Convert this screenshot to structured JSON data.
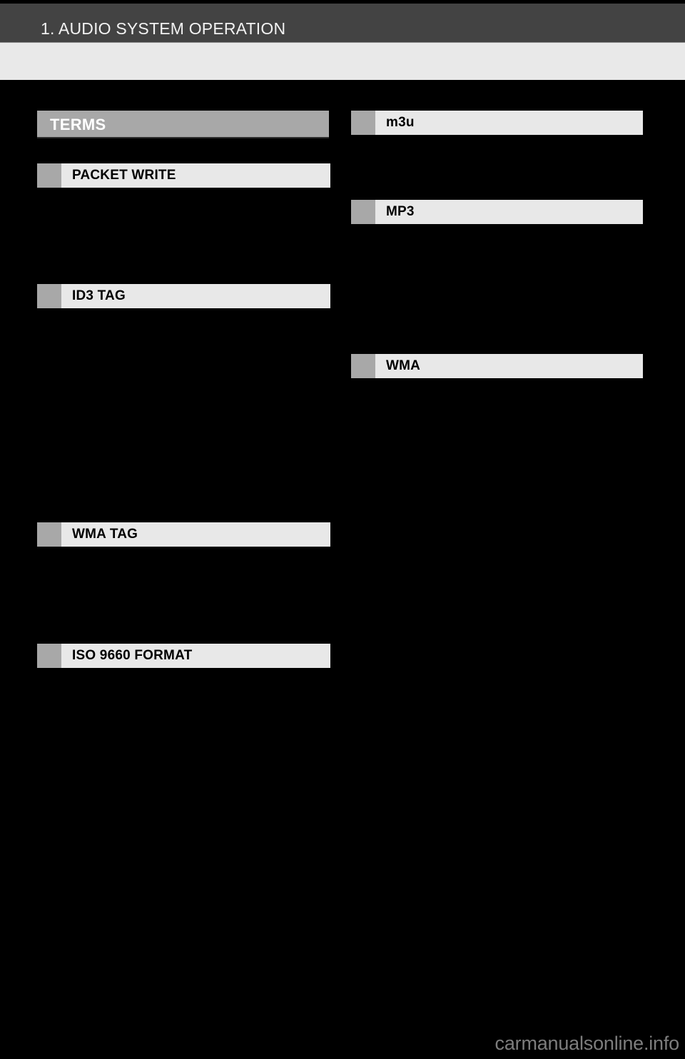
{
  "page": {
    "background_color": "#000000",
    "watermark": "carmanualsonline.info"
  },
  "header": {
    "title": "1. AUDIO SYSTEM OPERATION",
    "bar_color": "#434343",
    "text_color": "#f2f2f2",
    "band_color": "#e9e9e9"
  },
  "section": {
    "banner_label": "TERMS",
    "banner_color": "#a8a8a8",
    "banner_text_color": "#ffffff"
  },
  "colors": {
    "swatch": "#a8a8a8",
    "term_bar": "#e8e8e8",
    "term_text": "#000000",
    "watermark": "#7d7d7d"
  },
  "left_column": {
    "terms": [
      {
        "label": "PACKET WRITE",
        "body": ""
      },
      {
        "label": "ID3 TAG",
        "body": ""
      },
      {
        "label": "WMA TAG",
        "body": ""
      },
      {
        "label": "ISO 9660 FORMAT",
        "body": ""
      }
    ]
  },
  "right_column": {
    "terms": [
      {
        "label": "m3u",
        "body": ""
      },
      {
        "label": "MP3",
        "body": ""
      },
      {
        "label": "WMA",
        "body": ""
      }
    ]
  }
}
